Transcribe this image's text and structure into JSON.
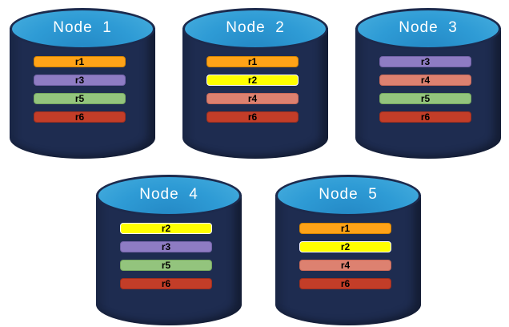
{
  "palette": {
    "cylinder_body": "#1E2C50",
    "cylinder_top": "#2E9BD5",
    "cylinder_outline": "#1C2A4D",
    "replica_colors": {
      "r1": "#FFA318",
      "r2": "#FFFF00",
      "r3": "#8E7CC3",
      "r4": "#DD8170",
      "r5": "#93C47D",
      "r6": "#C33D28"
    }
  },
  "nodes": [
    {
      "title": "Node  1",
      "replicas": [
        {
          "label": "r1",
          "color": "#FFA318",
          "border": "#D68500"
        },
        {
          "label": "r3",
          "color": "#8E7CC3",
          "border": "#7463A8"
        },
        {
          "label": "r5",
          "color": "#93C47D",
          "border": "#76A85F"
        },
        {
          "label": "r6",
          "color": "#C33D28",
          "border": "#9E2F1E"
        }
      ]
    },
    {
      "title": "Node  2",
      "replicas": [
        {
          "label": "r1",
          "color": "#FFA318",
          "border": "#D68500"
        },
        {
          "label": "r2",
          "color": "#FFFF00",
          "border": "#FFFFFF"
        },
        {
          "label": "r4",
          "color": "#DD8170",
          "border": "#C96A59"
        },
        {
          "label": "r6",
          "color": "#C33D28",
          "border": "#9E2F1E"
        }
      ]
    },
    {
      "title": "Node  3",
      "replicas": [
        {
          "label": "r3",
          "color": "#8E7CC3",
          "border": "#7463A8"
        },
        {
          "label": "r4",
          "color": "#DD8170",
          "border": "#C96A59"
        },
        {
          "label": "r5",
          "color": "#93C47D",
          "border": "#76A85F"
        },
        {
          "label": "r6",
          "color": "#C33D28",
          "border": "#9E2F1E"
        }
      ]
    },
    {
      "title": "Node  4",
      "replicas": [
        {
          "label": "r2",
          "color": "#FFFF00",
          "border": "#FFFFFF"
        },
        {
          "label": "r3",
          "color": "#8E7CC3",
          "border": "#7463A8"
        },
        {
          "label": "r5",
          "color": "#93C47D",
          "border": "#76A85F"
        },
        {
          "label": "r6",
          "color": "#C33D28",
          "border": "#9E2F1E"
        }
      ]
    },
    {
      "title": "Node  5",
      "replicas": [
        {
          "label": "r1",
          "color": "#FFA318",
          "border": "#D68500"
        },
        {
          "label": "r2",
          "color": "#FFFF00",
          "border": "#FFFFFF"
        },
        {
          "label": "r4",
          "color": "#DD8170",
          "border": "#C96A59"
        },
        {
          "label": "r6",
          "color": "#C33D28",
          "border": "#9E2F1E"
        }
      ]
    }
  ]
}
